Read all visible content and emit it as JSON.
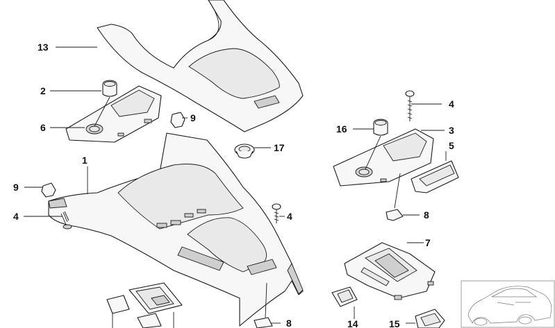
{
  "callouts": {
    "c1": "1",
    "c2": "2",
    "c3": "3",
    "c4a": "4",
    "c4b": "4",
    "c4c": "4",
    "c5": "5",
    "c6": "6",
    "c7": "7",
    "c8a": "8",
    "c8b": "8",
    "c9a": "9",
    "c9b": "9",
    "c13": "13",
    "c14": "14",
    "c15": "15",
    "c16": "16",
    "c17": "17"
  },
  "icons": {
    "thumbnail": "car-silhouette-icon"
  }
}
